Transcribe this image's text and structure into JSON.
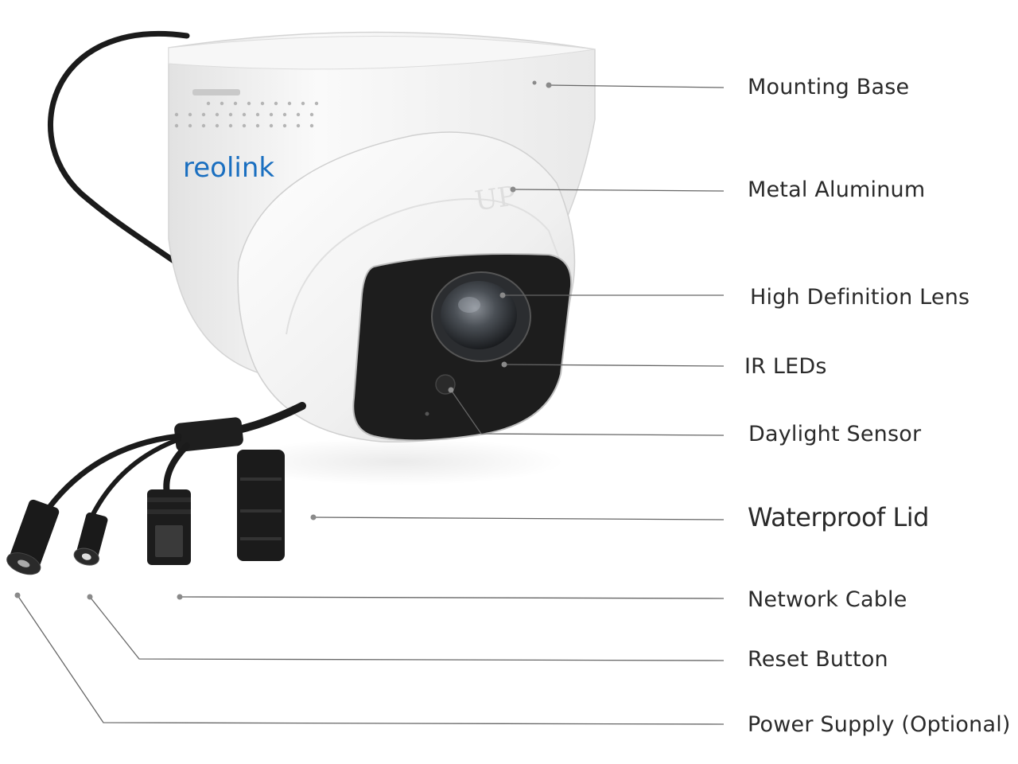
{
  "brand_text": "reolink",
  "up_marking": "UP",
  "callouts": [
    {
      "id": "mounting-base",
      "label": "Mounting Base"
    },
    {
      "id": "metal-aluminum",
      "label": "Metal Aluminum"
    },
    {
      "id": "hd-lens",
      "label": "High Definition Lens"
    },
    {
      "id": "ir-leds",
      "label": "IR LEDs"
    },
    {
      "id": "daylight-sensor",
      "label": "Daylight Sensor"
    },
    {
      "id": "waterproof-lid",
      "label": "Waterproof Lid"
    },
    {
      "id": "network-cable",
      "label": "Network Cable"
    },
    {
      "id": "reset-button",
      "label": "Reset Button"
    },
    {
      "id": "power-supply",
      "label": "Power Supply (Optional)"
    }
  ],
  "colors": {
    "brand": "#1a6fc0",
    "label_text": "#2a2a2a",
    "leader_line": "#666666",
    "camera_body": "#f4f4f4",
    "camera_face": "#1c1c1c"
  }
}
